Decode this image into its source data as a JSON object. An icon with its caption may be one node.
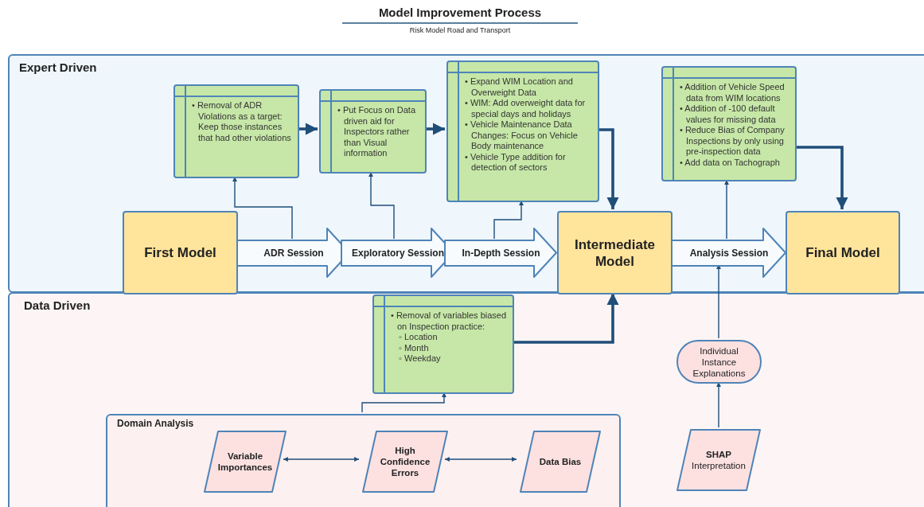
{
  "diagram": {
    "title": "Model Improvement Process",
    "nodes": [
      {
        "text": [
          "Expert Driven"
        ]
      },
      {
        "text": [
          "• Removal of ADR Violations as a target: Keep those instances that had other violations"
        ],
        "in": 0
      },
      {
        "text": [
          "• Put Focus on Data driven aid for Inspectors rather than Visual information"
        ],
        "in": 0
      },
      {
        "text": [
          "• Expand WIM Location and Overweight Data",
          "• WIM: Add overweight data for special days and holidays",
          "• Vehicle Maintenance Data Changes: Focus on Vehicle Body maintenance",
          "• Vehicle Type addition for detection of sectors"
        ],
        "in": 0
      },
      {
        "text": [
          "• Addition of Vehicle Speed data from WIM locations",
          "• Addition of -100 default values for missing data",
          "• Reduce Bias of Company Inspections by only using pre-inspection data",
          "• Add data on Tachograph"
        ],
        "in": 0
      },
      {
        "text": [
          "First Model"
        ],
        "in": 0
      },
      {
        "text": [
          "ADR Session"
        ],
        "in": 0
      },
      {
        "text": [
          "Exploratory Session"
        ],
        "in": 0
      },
      {
        "text": [
          "In-Depth Session"
        ],
        "in": 0
      },
      {
        "text": [
          "Intermediate Model"
        ],
        "in": 0
      },
      {
        "text": [
          "Analysis Session"
        ],
        "in": 0
      },
      {
        "text": [
          "Final Model"
        ],
        "in": 0
      },
      {
        "text": [
          "Data Driven"
        ]
      },
      {
        "text": [
          "• Removal of variables biased on Inspection practice:",
          "◦ Location",
          "◦ Month",
          "◦ Weekday"
        ],
        "in": 12
      },
      {
        "text": [
          "Domain Analysis"
        ],
        "in": 12
      },
      {
        "text": [
          "Variable Importances"
        ],
        "in": 14
      },
      {
        "text": [
          "High Confidence Errors"
        ],
        "in": 14
      },
      {
        "text": [
          "Data Bias"
        ],
        "in": 14
      },
      {
        "text": [
          "Individual Instance Explanations"
        ],
        "in": 12
      },
      {
        "text": [
          "SHAP",
          "Interpretation"
        ],
        "in": 12
      }
    ],
    "edges": [
      {
        "from": 6,
        "to": 1,
        "arrow": "to"
      },
      {
        "from": 7,
        "to": 2,
        "arrow": "to"
      },
      {
        "from": 8,
        "to": 3,
        "arrow": "to"
      },
      {
        "from": 1,
        "to": 2,
        "arrow": "to",
        "style": "thick"
      },
      {
        "from": 2,
        "to": 3,
        "arrow": "to",
        "style": "thick"
      },
      {
        "from": 3,
        "to": 9,
        "arrow": "to",
        "style": "thick"
      },
      {
        "from": 10,
        "to": 4,
        "arrow": "to"
      },
      {
        "from": 4,
        "to": 11,
        "arrow": "to",
        "style": "thick"
      },
      {
        "from": 13,
        "to": 9,
        "arrow": "to",
        "style": "thick"
      },
      {
        "from": 14,
        "to": 13,
        "arrow": "to"
      },
      {
        "from": 15,
        "to": 16,
        "arrow": "both"
      },
      {
        "from": 16,
        "to": 17,
        "arrow": "both"
      },
      {
        "from": 19,
        "to": 18,
        "arrow": "to"
      },
      {
        "from": 18,
        "to": 10,
        "arrow": "to"
      },
      {
        "from": 6,
        "to": 7,
        "arrow": "to"
      },
      {
        "from": 7,
        "to": 8,
        "arrow": "to"
      },
      {
        "from": 8,
        "to": 9,
        "arrow": "to"
      },
      {
        "from": 10,
        "to": 11,
        "arrow": "to"
      }
    ],
    "labels": [
      "Risk Model Road and Transport"
    ]
  }
}
